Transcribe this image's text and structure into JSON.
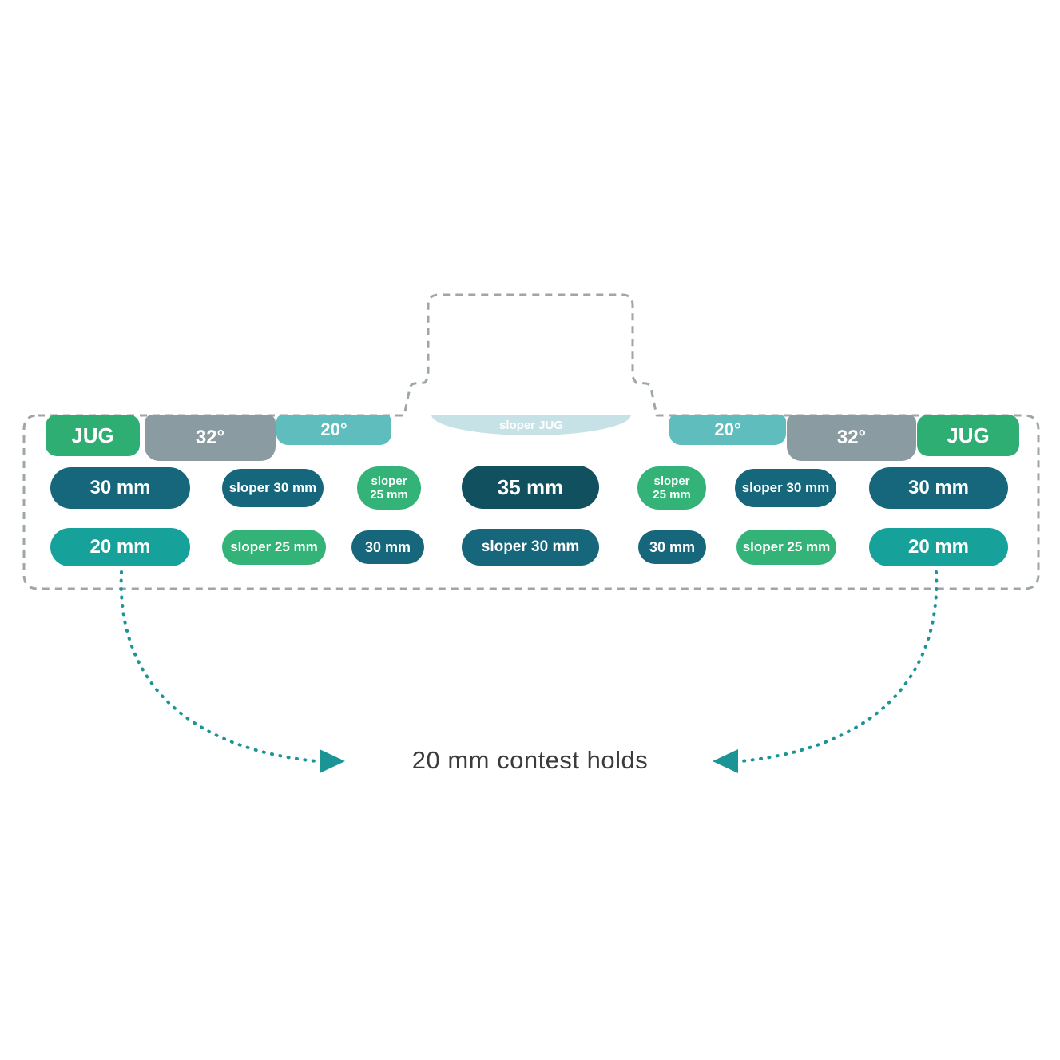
{
  "caption": "20 mm contest holds",
  "colors": {
    "jug_green": "#2fae74",
    "gray_32deg": "#8a9ba1",
    "teal_20deg": "#5fbdbd",
    "pale_sloper_jug": "#c7e2e6",
    "dark_teal_edge": "#17677c",
    "darkest_teal_35mm": "#11505f",
    "green_sloper": "#33b377",
    "mid_teal_20mm": "#16a29a",
    "arrow": "#1a9495",
    "outline": "#9fa6a9"
  },
  "top_row": {
    "jug_left": "JUG",
    "deg32_left": "32°",
    "deg20_left": "20°",
    "sloper_jug": "sloper JUG",
    "deg20_right": "20°",
    "deg32_right": "32°",
    "jug_right": "JUG"
  },
  "middle_row": {
    "edge30_left": "30 mm",
    "sloper30_left": "sloper 30 mm",
    "sloper25_left": "sloper\n25 mm",
    "edge35_center": "35 mm",
    "sloper25_right": "sloper\n25 mm",
    "sloper30_right": "sloper 30 mm",
    "edge30_right": "30 mm"
  },
  "bottom_row": {
    "edge20_left": "20 mm",
    "sloper25_left": "sloper 25 mm",
    "edge30_left": "30 mm",
    "sloper30_center": "sloper 30 mm",
    "edge30_right": "30 mm",
    "sloper25_right": "sloper 25 mm",
    "edge20_right": "20 mm"
  }
}
